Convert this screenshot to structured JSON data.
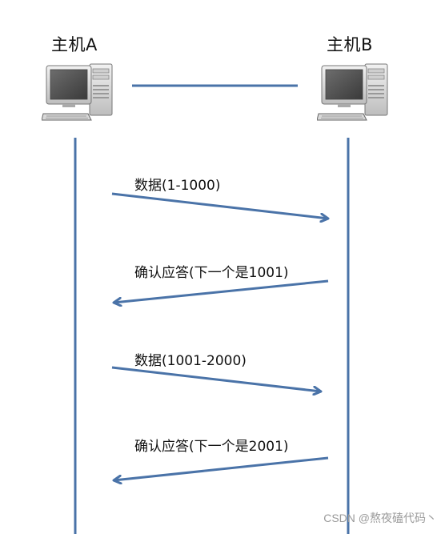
{
  "hosts": {
    "a": {
      "label": "主机A",
      "icon": "desktop-computer-icon"
    },
    "b": {
      "label": "主机B",
      "icon": "desktop-computer-icon"
    }
  },
  "messages": [
    {
      "id": "m1",
      "label": "数据(1-1000)",
      "direction": "A→B"
    },
    {
      "id": "m2",
      "label": "确认应答(下一个是1001)",
      "direction": "B→A"
    },
    {
      "id": "m3",
      "label": "数据(1001-2000)",
      "direction": "A→B"
    },
    {
      "id": "m4",
      "label": "确认应答(下一个是2001)",
      "direction": "B→A"
    }
  ],
  "watermark": "CSDN @熬夜磕代码丶",
  "colors": {
    "line": "#4a73a8",
    "text": "#111111",
    "watermark": "#9a9a9a"
  }
}
